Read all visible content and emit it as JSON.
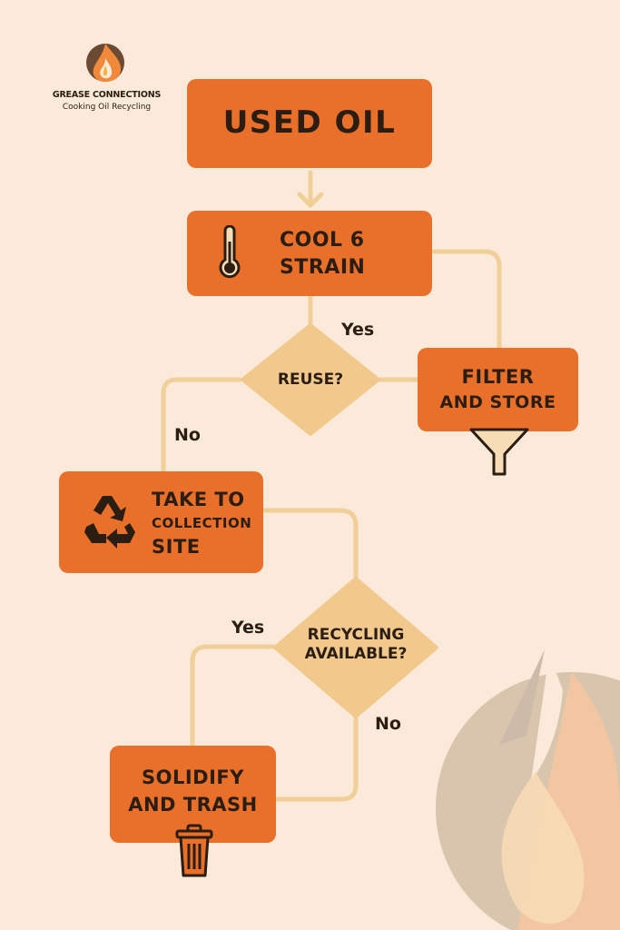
{
  "brand": {
    "name": "GREASE CONNECTIONS",
    "tagline": "Cooking Oil Recycling",
    "logo_icon": "flame-droplet-icon"
  },
  "nodes": {
    "used_oil": "USED OIL",
    "cool_strain": {
      "line1": "COOL 6",
      "line2": "STRAIN",
      "icon": "thermometer-icon"
    },
    "reuse": "REUSE?",
    "filter_store": {
      "line1": "FILTER",
      "line2": "AND STORE",
      "icon": "funnel-icon"
    },
    "collection": {
      "line1": "TAKE TO",
      "line2": "COLLECTION",
      "line3": "SITE",
      "icon": "recycle-icon"
    },
    "recycling": {
      "line1": "RECYCLING",
      "line2": "AVAILABLE?"
    },
    "solidify": {
      "line1": "SOLIDIFY",
      "line2": "AND TRASH",
      "icon": "trash-can-icon"
    }
  },
  "edge_labels": {
    "reuse_yes": "Yes",
    "reuse_no": "No",
    "recycling_yes": "Yes",
    "recycling_no": "No"
  },
  "colors": {
    "background": "#fbe9d9",
    "box": "#e8702a",
    "diamond": "#f2c98c",
    "connector": "#f0cf98",
    "text": "#2b1d12"
  }
}
